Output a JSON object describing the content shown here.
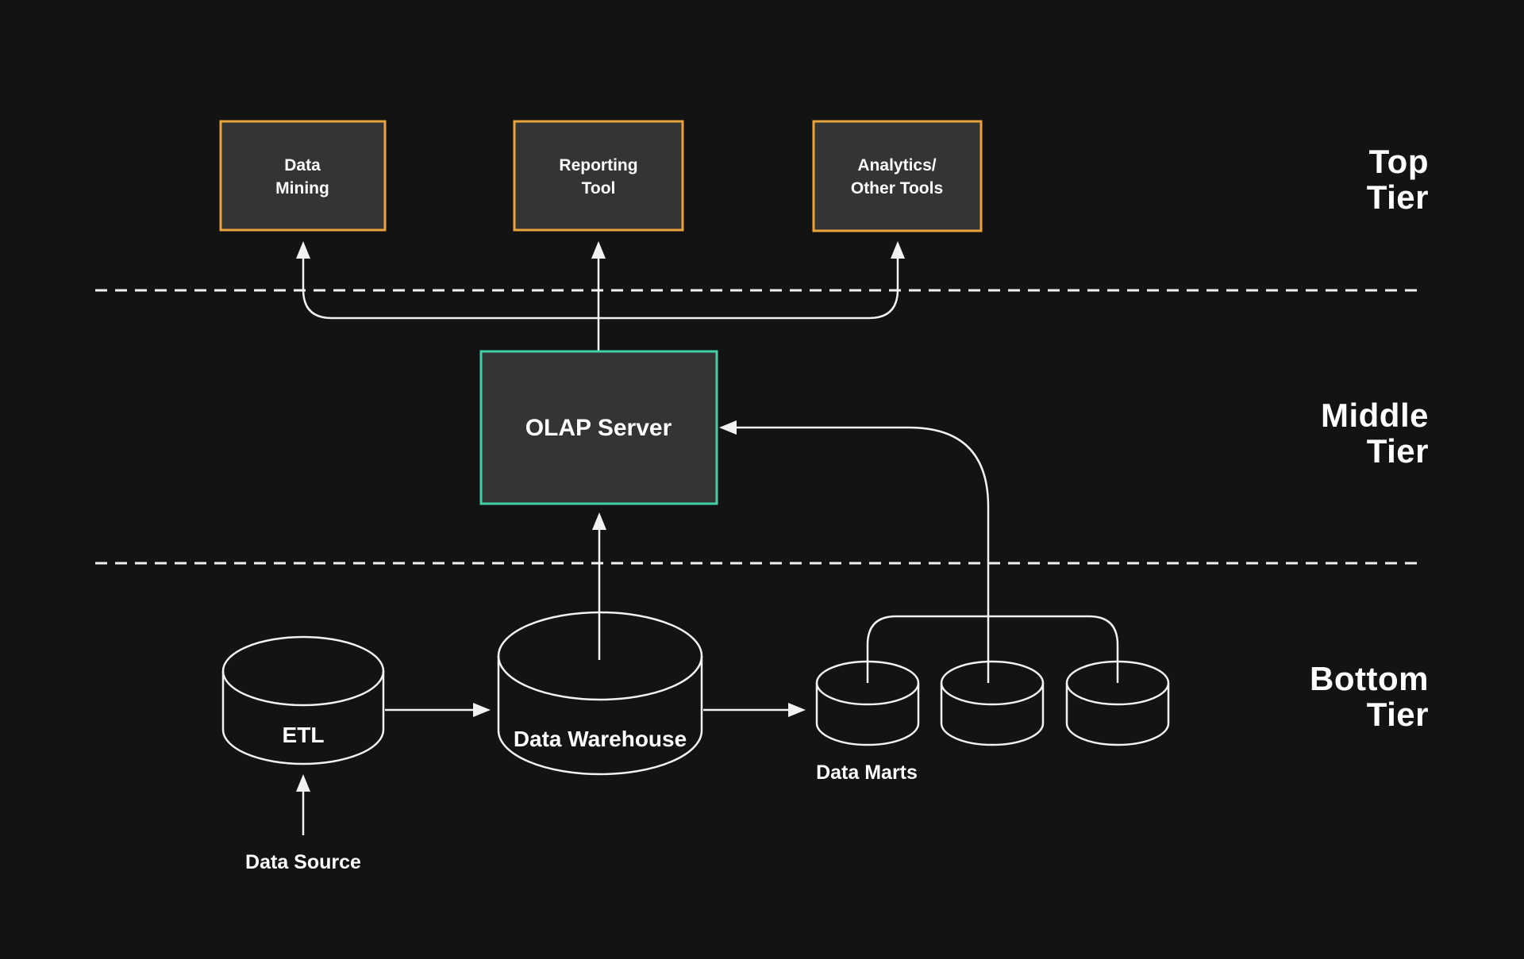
{
  "colors": {
    "background": "#131313",
    "node_fill": "#343434",
    "top_tier_accent": "#E9A43C",
    "middle_tier_accent": "#41D1A7",
    "line": "#F2F2F2",
    "text": "#FFFFFF"
  },
  "tiers": {
    "top": {
      "label_line1": "Top",
      "label_line2": "Tier"
    },
    "middle": {
      "label_line1": "Middle",
      "label_line2": "Tier"
    },
    "bottom": {
      "label_line1": "Bottom",
      "label_line2": "Tier"
    }
  },
  "nodes": {
    "data_mining": {
      "line1": "Data",
      "line2": "Mining"
    },
    "reporting_tool": {
      "line1": "Reporting",
      "line2": "Tool"
    },
    "analytics": {
      "line1": "Analytics/",
      "line2": "Other Tools"
    },
    "olap_server": {
      "label": "OLAP Server"
    },
    "etl": {
      "label": "ETL"
    },
    "data_warehouse": {
      "label": "Data Warehouse"
    },
    "data_marts": {
      "label": "Data Marts"
    },
    "data_source": {
      "label": "Data Source"
    }
  }
}
